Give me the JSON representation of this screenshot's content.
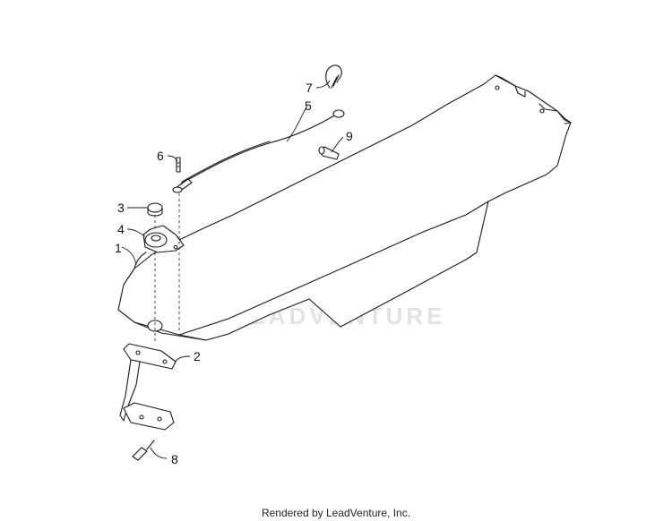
{
  "callouts": [
    {
      "id": "1",
      "label": "1"
    },
    {
      "id": "2",
      "label": "2"
    },
    {
      "id": "3",
      "label": "3"
    },
    {
      "id": "4",
      "label": "4"
    },
    {
      "id": "5",
      "label": "5"
    },
    {
      "id": "6",
      "label": "6"
    },
    {
      "id": "7",
      "label": "7"
    },
    {
      "id": "8",
      "label": "8"
    },
    {
      "id": "9",
      "label": "9"
    }
  ],
  "watermark": {
    "text": "LEADVENTURE",
    "logo_icon": "flame-v-logo-icon"
  },
  "footer": {
    "text": "Rendered by LeadVenture, Inc."
  }
}
